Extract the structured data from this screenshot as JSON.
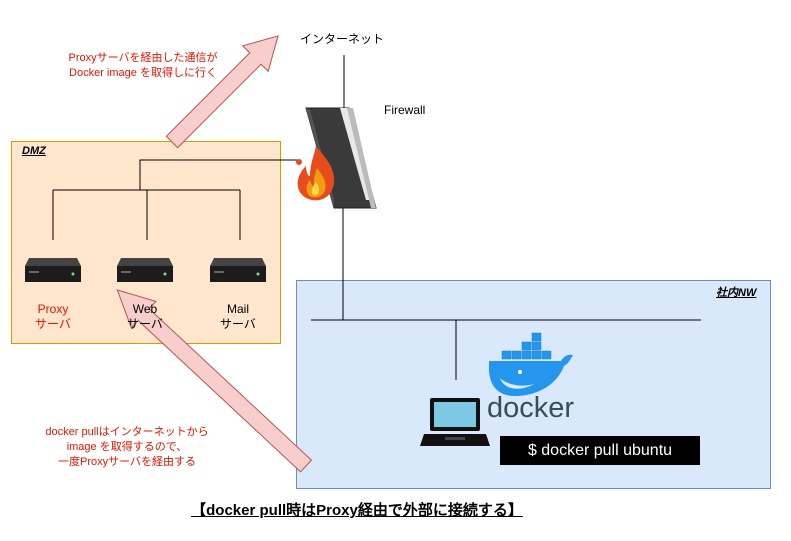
{
  "labels": {
    "internet": "インターネット",
    "firewall": "Firewall",
    "dmz": "DMZ",
    "internal_nw": "社内NW",
    "proxy_server": [
      "Proxy",
      "サーバ"
    ],
    "web_server": [
      "Web",
      "サーバ"
    ],
    "mail_server": [
      "Mail",
      "サーバ"
    ],
    "docker_logo_text": "docker",
    "command": "$ docker pull ubuntu"
  },
  "notes": {
    "top": [
      "Proxyサーバを経由した通信が",
      "Docker image を取得しに行く"
    ],
    "bottom": [
      "docker pullはインターネットから",
      "image を取得するので、",
      "一度Proxyサーバを経由する"
    ]
  },
  "caption": "【docker pull時はProxy経由で外部に接続する】",
  "colors": {
    "dmz_fill": "#ffe6cc",
    "dmz_border": "#d79b00",
    "internal_fill": "#dae8fc",
    "internal_border": "#6c8ebf",
    "arrow_fill": "#f8cecc",
    "arrow_border": "#b85450",
    "note_text": "#e51400",
    "docker_blue": "#2496ed"
  },
  "icons": [
    "server-icon",
    "firewall-icon",
    "fire-icon",
    "laptop-icon",
    "docker-whale-icon",
    "arrow-icon"
  ]
}
